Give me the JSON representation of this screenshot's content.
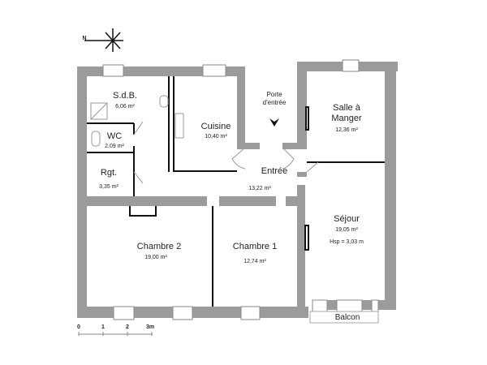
{
  "compass": {
    "icon": "compass-rose-icon",
    "north_label": "N"
  },
  "rooms": [
    {
      "id": "sdb",
      "name": "S.d.B.",
      "area": "6,06 m²"
    },
    {
      "id": "wc",
      "name": "WC",
      "area": "2,09 m²"
    },
    {
      "id": "rgt",
      "name": "Rgt.",
      "area": "3,35 m²"
    },
    {
      "id": "cuisine",
      "name": "Cuisine",
      "area": "10,40 m²"
    },
    {
      "id": "entree",
      "name": "Entrée",
      "area": "13,22 m²"
    },
    {
      "id": "salle",
      "name": "Salle à Manger",
      "name_line1": "Salle à",
      "name_line2": "Manger",
      "area": "12,36 m²"
    },
    {
      "id": "sejour",
      "name": "Séjour",
      "area": "19,05 m²",
      "note": "Hsp = 3,03 m"
    },
    {
      "id": "chambre2",
      "name": "Chambre 2",
      "area": "19,00 m²"
    },
    {
      "id": "chambre1",
      "name": "Chambre 1",
      "area": "12,74 m²"
    }
  ],
  "entrance": {
    "line1": "Porte",
    "line2": "d'entrée",
    "icon": "entrance-arrow-icon"
  },
  "balcony": {
    "label": "Balcon"
  },
  "scale_bar": {
    "ticks": [
      "0",
      "1",
      "2",
      "3m"
    ]
  },
  "colors": {
    "wall": "#9b9b9b",
    "partition": "#111111",
    "background": "#ffffff"
  }
}
